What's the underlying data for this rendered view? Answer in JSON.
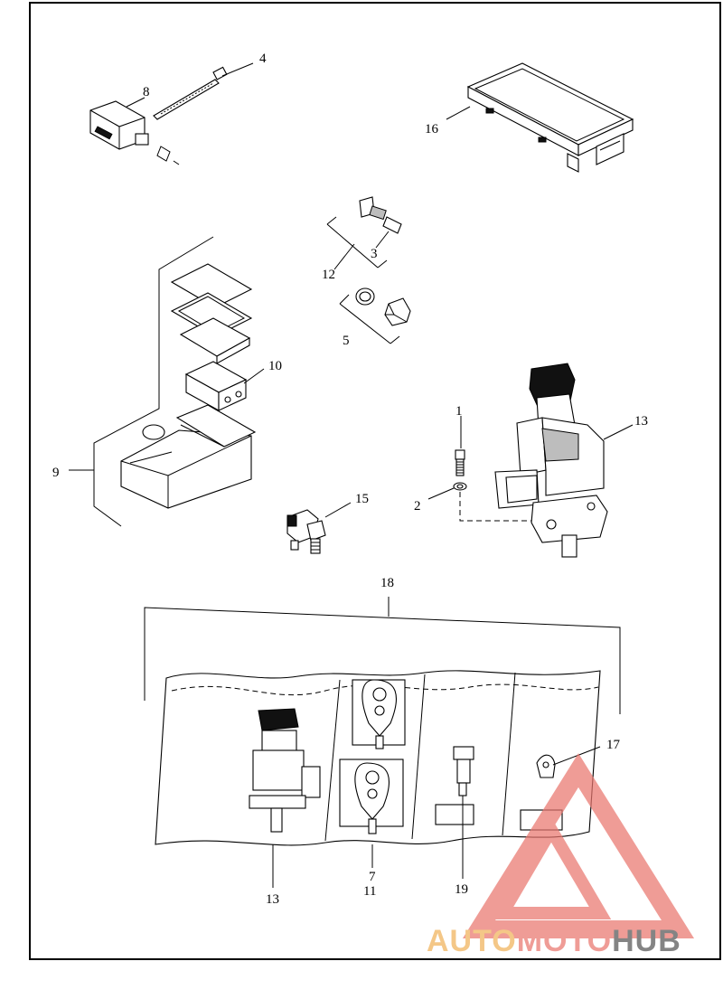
{
  "callouts": {
    "c1": "1",
    "c2": "2",
    "c3": "3",
    "c4": "4",
    "c5": "5",
    "c7": "7",
    "c8": "8",
    "c9": "9",
    "c10": "10",
    "c11": "11",
    "c12": "12",
    "c13a": "13",
    "c13b": "13",
    "c15": "15",
    "c16": "16",
    "c17": "17",
    "c18": "18",
    "c19": "19"
  },
  "watermark": {
    "part1": "AUTO",
    "part2": "MOTO",
    "part3": "HUB",
    "color_primary": "#f0b25a",
    "color_secondary": "#e9776f",
    "color_tertiary": "#555555"
  }
}
